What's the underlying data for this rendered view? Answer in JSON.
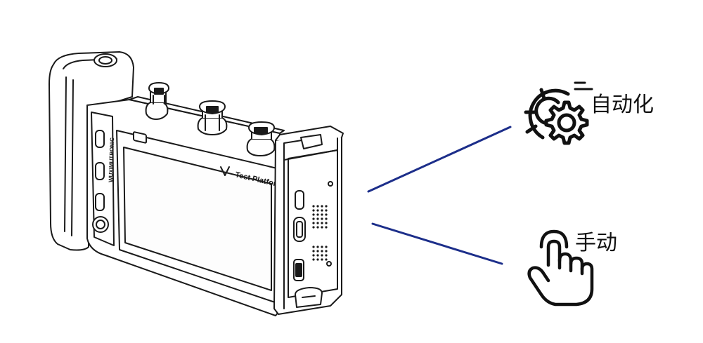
{
  "device": {
    "screen_title": "Test Platform",
    "brand_text": "WUXIMUTRONIC"
  },
  "modes": [
    {
      "label": "自动化",
      "icon": "gear-automation-icon"
    },
    {
      "label": "手动",
      "icon": "tap-hand-icon"
    }
  ],
  "colors": {
    "connector": "#1c2e8a",
    "outline": "#1a1a1a"
  }
}
